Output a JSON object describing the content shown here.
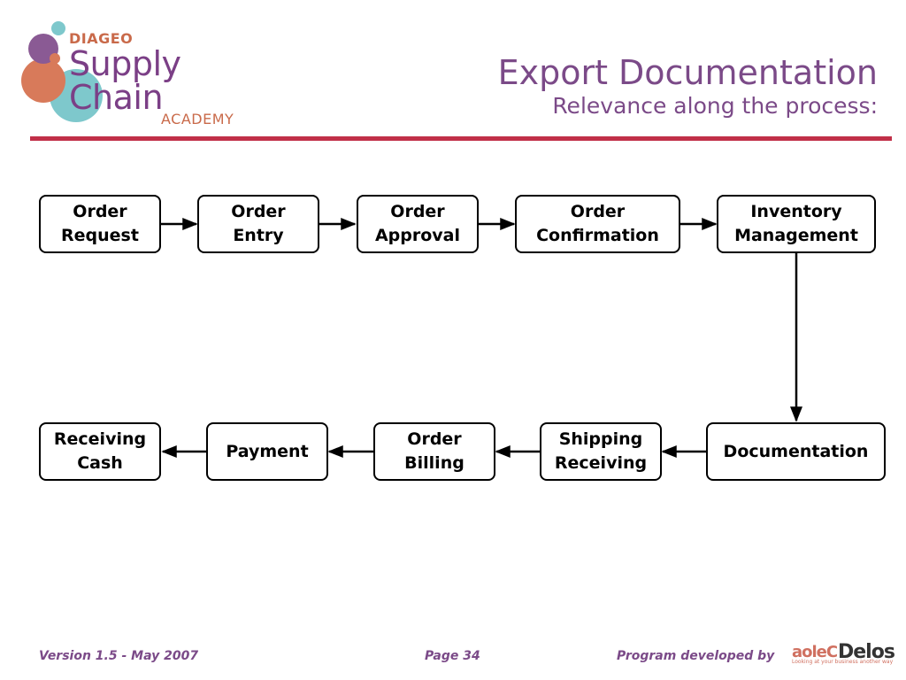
{
  "logo": {
    "brand": "DIAGEO",
    "name": "Supply Chain",
    "sub": "ACADEMY",
    "colors": [
      "#8a5a94",
      "#d87a5a",
      "#7ec8cc"
    ]
  },
  "header": {
    "title": "Export Documentation",
    "subtitle": "Relevance along the process:",
    "accent": "#c12f48",
    "text_color": "#7b4a88"
  },
  "process": {
    "row1": [
      [
        "Order",
        "Request"
      ],
      [
        "Order",
        "Entry"
      ],
      [
        "Order",
        "Approval"
      ],
      [
        "Order",
        "Confirmation"
      ],
      [
        "Inventory",
        "Management"
      ]
    ],
    "row2": [
      [
        "Receiving",
        "Cash"
      ],
      [
        "Payment"
      ],
      [
        "Order",
        "Billing"
      ],
      [
        "Shipping",
        "Receiving"
      ],
      [
        "Documentation"
      ]
    ]
  },
  "footer": {
    "version": "Version 1.5 - May 2007",
    "page": "Page 34",
    "program": "Program developed by",
    "partner_mark": "aoleC",
    "partner_name": "Delos",
    "partner_tagline": "Looking at your business another way"
  }
}
